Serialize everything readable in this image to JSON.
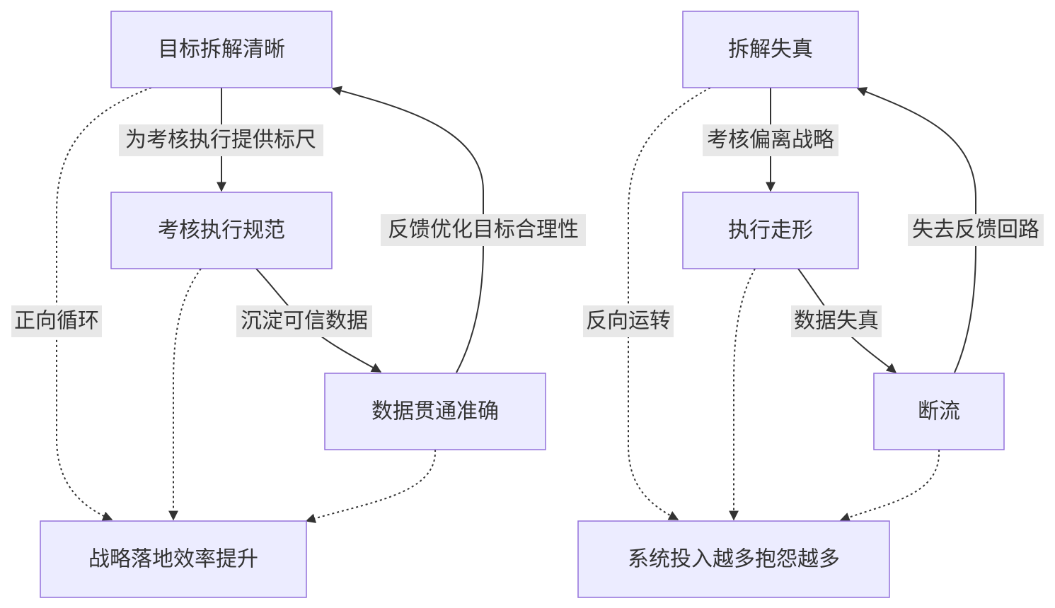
{
  "left": {
    "nodes": {
      "goal": "目标拆解清晰",
      "assess": "考核执行规范",
      "data": "数据贯通准确",
      "result": "战略落地效率提升"
    },
    "edges": {
      "goal_to_assess": "为考核执行提供标尺",
      "assess_to_data": "沉淀可信数据",
      "data_to_goal": "反馈优化目标合理性",
      "goal_to_result": "正向循环"
    }
  },
  "right": {
    "nodes": {
      "split": "拆解失真",
      "exec": "执行走形",
      "cut": "断流",
      "result": "系统投入越多抱怨越多"
    },
    "edges": {
      "split_to_exec": "考核偏离战略",
      "exec_to_cut": "数据失真",
      "cut_to_split": "失去反馈回路",
      "split_to_result": "反向运转"
    }
  },
  "colors": {
    "node_fill": "#ECECFF",
    "node_stroke": "#9370DB",
    "edge": "#333333",
    "label_bg": "#E8E8E8",
    "text": "#333333"
  }
}
